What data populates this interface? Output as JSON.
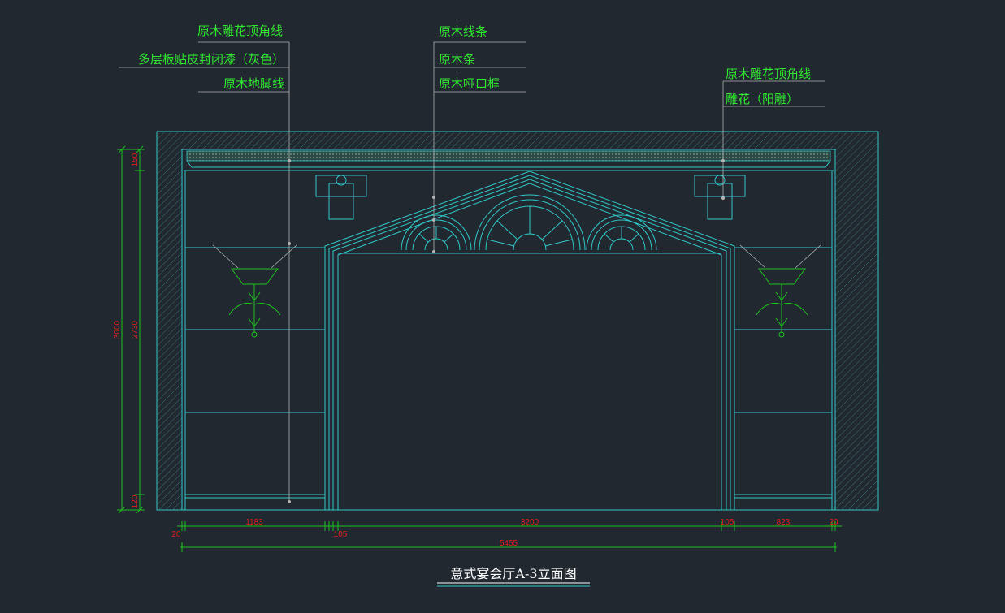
{
  "labels": {
    "left": [
      "原木雕花顶角线",
      "多层板贴皮封闭漆（灰色）",
      "原木地脚线"
    ],
    "center": [
      "原木线条",
      "原木条",
      "原木哑口框"
    ],
    "right": [
      "原木雕花顶角线",
      "雕花（阳雕）"
    ]
  },
  "dimensions": {
    "vertical": [
      "3000",
      "2730",
      "150",
      "120"
    ],
    "horizontal_top": [
      "1183",
      "3200",
      "105",
      "823",
      "20"
    ],
    "horizontal_small": [
      "20",
      "105"
    ],
    "total": "5455"
  },
  "title": "意式宴会厅A-3立面图",
  "colors": {
    "background": "#212830",
    "outline": "#32c8c8",
    "label": "#32e632",
    "dimension_text": "#e0201e",
    "leader": "#b4b4b4"
  }
}
